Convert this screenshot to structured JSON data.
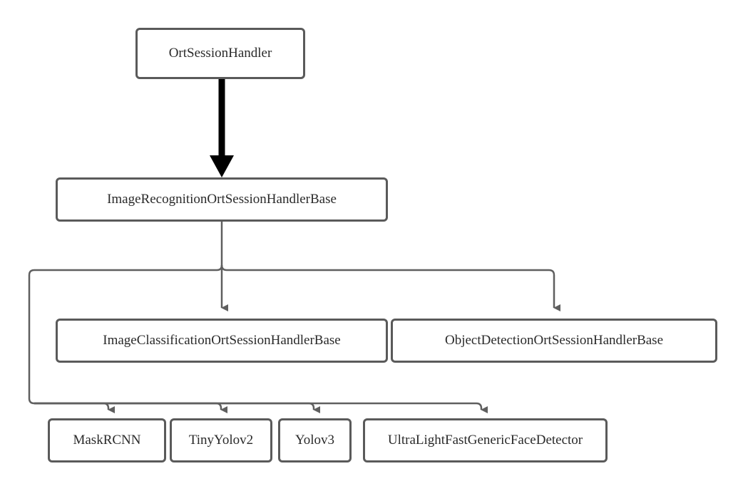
{
  "diagram": {
    "nodes": {
      "ort_session_handler": "OrtSessionHandler",
      "image_recognition_base": "ImageRecognitionOrtSessionHandlerBase",
      "image_classification_base": "ImageClassificationOrtSessionHandlerBase",
      "object_detection_base": "ObjectDetectionOrtSessionHandlerBase",
      "mask_rcnn": "MaskRCNN",
      "tiny_yolov2": "TinyYolov2",
      "yolov3": "Yolov3",
      "ultra_light_face_detector": "UltraLightFastGenericFaceDetector"
    },
    "edges": [
      {
        "from": "OrtSessionHandler",
        "to": "ImageRecognitionOrtSessionHandlerBase",
        "style": "bold"
      },
      {
        "from": "ImageRecognitionOrtSessionHandlerBase",
        "to": "ImageClassificationOrtSessionHandlerBase",
        "style": "normal"
      },
      {
        "from": "ImageRecognitionOrtSessionHandlerBase",
        "to": "ObjectDetectionOrtSessionHandlerBase",
        "style": "normal"
      },
      {
        "from": "ImageRecognitionOrtSessionHandlerBase",
        "to": "MaskRCNN",
        "style": "normal"
      },
      {
        "from": "ImageRecognitionOrtSessionHandlerBase",
        "to": "TinyYolov2",
        "style": "normal"
      },
      {
        "from": "ImageRecognitionOrtSessionHandlerBase",
        "to": "Yolov3",
        "style": "normal"
      },
      {
        "from": "ImageRecognitionOrtSessionHandlerBase",
        "to": "UltraLightFastGenericFaceDetector",
        "style": "normal"
      }
    ],
    "colors": {
      "node_border": "#5a5a5a",
      "connector": "#5f5f5f",
      "bold_arrow": "#000000",
      "text": "#2a2a2a"
    }
  }
}
